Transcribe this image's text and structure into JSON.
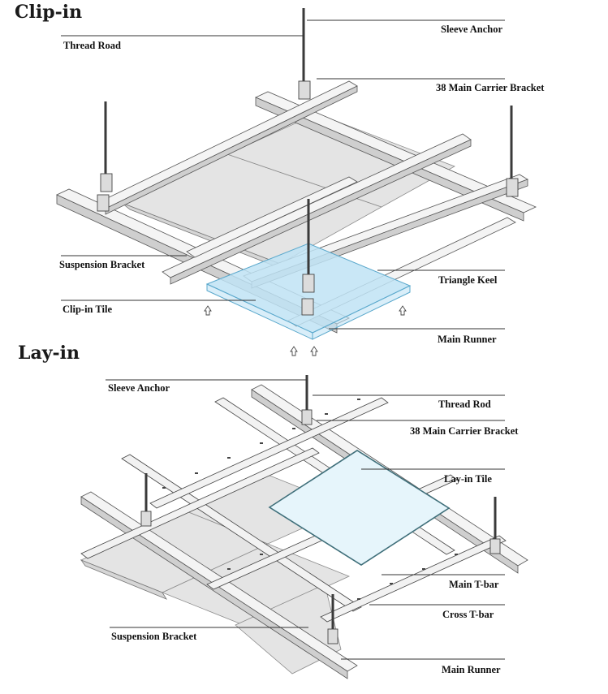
{
  "sections": {
    "clip_in": {
      "title": "Clip-in",
      "labels": {
        "sleeve_anchor": "Sleeve Anchor",
        "thread_road": "Thread Road",
        "main_carrier_bracket": "38 Main Carrier Bracket",
        "suspension_bracket": "Suspension Bracket",
        "triangle_keel": "Triangle Keel",
        "clip_in_tile": "Clip-in Tile",
        "main_runner": "Main Runner"
      }
    },
    "lay_in": {
      "title": "Lay-in",
      "labels": {
        "sleeve_anchor": "Sleeve Anchor",
        "thread_rod": "Thread Rod",
        "main_carrier_bracket": "38 Main Carrier Bracket",
        "lay_in_tile": "Lay-in Tile",
        "main_t_bar": "Main T-bar",
        "cross_t_bar": "Cross T-bar",
        "suspension_bracket": "Suspension Bracket",
        "main_runner": "Main Runner"
      }
    }
  },
  "colors": {
    "clip_in_tile": "#bfe3f5",
    "lay_in_tile": "#e6f5fb",
    "frame": "#f4f4f4"
  }
}
